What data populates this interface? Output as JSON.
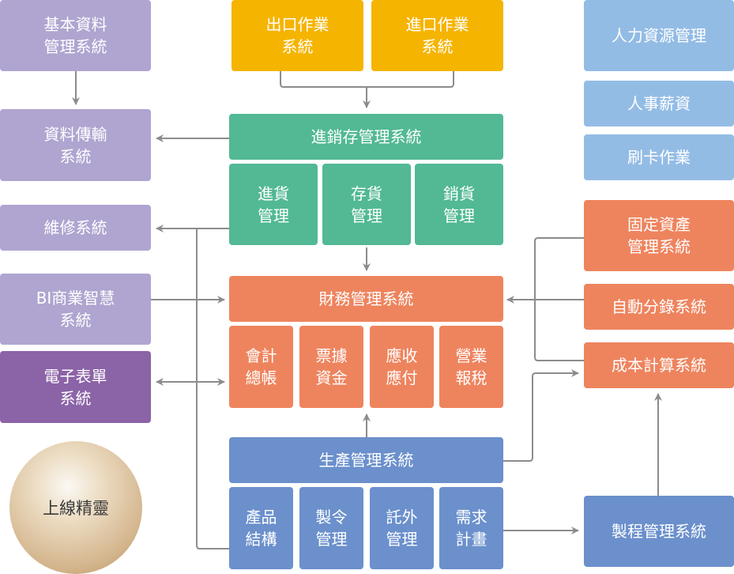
{
  "colors": {
    "lavender": "#afa5d0",
    "purple": "#8b63a7",
    "yellow": "#f5b400",
    "green": "#52b994",
    "orange": "#ee845e",
    "light_blue": "#93bce5",
    "blue": "#6b90cc",
    "connector": "#8c8c8c"
  },
  "left": {
    "basic_data": "基本資料\n管理系統",
    "data_transfer": "資料傳輸\n系統",
    "maintenance": "維修系統",
    "bi": "BI商業智慧\n系統",
    "eform": "電子表單\n系統",
    "sphere": "上線精靈"
  },
  "top": {
    "export": "出口作業\n系統",
    "import": "進口作業\n系統"
  },
  "inventory": {
    "title": "進銷存管理系統",
    "modules": [
      "進貨\n管理",
      "存貨\n管理",
      "銷貨\n管理"
    ]
  },
  "finance": {
    "title": "財務管理系統",
    "modules": [
      "會計\n總帳",
      "票據\n資金",
      "應收\n應付",
      "營業\n報稅"
    ]
  },
  "production": {
    "title": "生產管理系統",
    "modules": [
      "產品\n結構",
      "製令\n管理",
      "託外\n管理",
      "需求\n計畫"
    ]
  },
  "right": {
    "hr": "人力資源管理",
    "payroll": "人事薪資",
    "timecard": "刷卡作業",
    "fixed_assets": "固定資產\n管理系統",
    "auto_journal": "自動分錄系統",
    "cost": "成本計算系統",
    "process": "製程管理系統"
  }
}
